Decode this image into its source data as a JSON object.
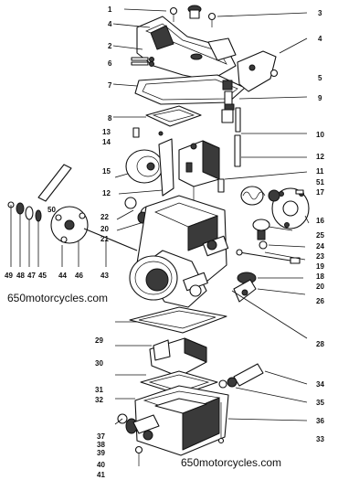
{
  "watermark_top": "650motorcycles.com",
  "watermark_bottom": "650motorcycles.com",
  "part_numbers": {
    "p1": "1",
    "p3": "3",
    "p4a": "4",
    "p2": "2",
    "p4b": "4",
    "p6": "6",
    "p5": "5",
    "p7": "7",
    "p9": "9",
    "p8": "8",
    "p10": "10",
    "p13": "13",
    "p14": "14",
    "p12a": "12",
    "p15": "15",
    "p11": "11",
    "p51": "51",
    "p17": "17",
    "p12b": "12",
    "p16": "16",
    "p50": "50",
    "p22": "22",
    "p20a": "20",
    "p21": "21",
    "p25": "25",
    "p24": "24",
    "p23": "23",
    "p19": "19",
    "p18": "18",
    "p49": "49",
    "p48": "48",
    "p47": "47",
    "p45": "45",
    "p44": "44",
    "p46": "46",
    "p43": "43",
    "p20b": "20",
    "p26": "26",
    "p29": "29",
    "p28": "28",
    "p30": "30",
    "p31": "31",
    "p32": "32",
    "p34": "34",
    "p35": "35",
    "p36": "36",
    "p37": "37",
    "p38": "38",
    "p33": "33",
    "p39": "39",
    "p40": "40",
    "p41": "41"
  }
}
